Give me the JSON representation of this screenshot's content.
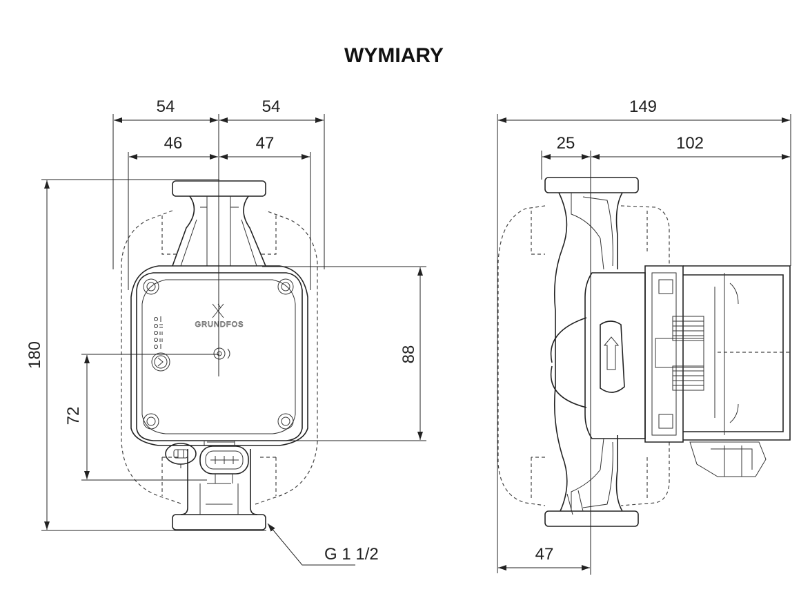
{
  "title": "WYMIARY",
  "front_view": {
    "dim_left_outer": "54",
    "dim_right_outer": "54",
    "dim_left_inner": "46",
    "dim_right_inner": "47",
    "dim_total_height": "180",
    "dim_lower_height": "72",
    "dim_control_height": "88",
    "thread_label": "G 1 1/2",
    "logo_text": "GRUNDFOS"
  },
  "side_view": {
    "dim_total_length": "149",
    "dim_flange_to_axis": "25",
    "dim_axis_to_end": "102",
    "dim_bottom_length": "47"
  }
}
